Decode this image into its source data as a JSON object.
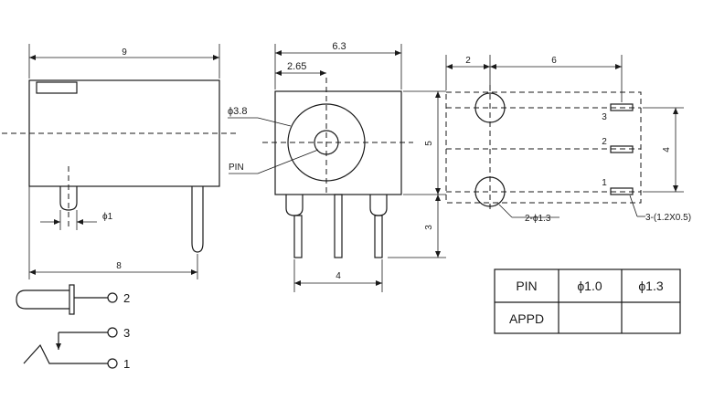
{
  "dimensions": {
    "side_length": "9",
    "side_pin_dia": "ϕ1",
    "side_pin_reach": "8",
    "front_width": "6.3",
    "front_center_offset": "2.65",
    "front_bore_dia": "ϕ3.8",
    "front_pin_label": "PIN",
    "front_height": "5",
    "front_pin_length": "3",
    "front_pin_spacing": "4",
    "top_left_offset": "2",
    "top_span": "6",
    "top_side_span": "4",
    "top_hole_dia": "2-ϕ1.3",
    "top_slot_size": "3-(1.2X0.5)"
  },
  "pins": {
    "p1": "1",
    "p2": "2",
    "p3": "3"
  },
  "schematic": {
    "t2": "2",
    "t3": "3",
    "t1": "1"
  },
  "table": {
    "header": [
      "PIN",
      "ϕ1.0",
      "ϕ1.3"
    ],
    "row": [
      "APPD",
      "",
      ""
    ]
  }
}
